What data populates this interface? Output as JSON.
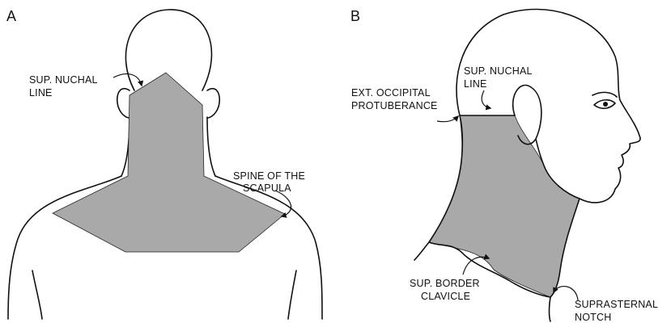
{
  "panels": {
    "a": {
      "letter": "A",
      "labels": {
        "sup_nuchal_line": [
          "SUP. NUCHAL",
          "LINE"
        ],
        "spine_of_scapula": [
          "SPINE OF THE",
          "SCAPULA"
        ]
      }
    },
    "b": {
      "letter": "B",
      "labels": {
        "sup_nuchal_line": [
          "SUP. NUCHAL",
          "LINE"
        ],
        "ext_occipital_protuberance": [
          "EXT. OCCIPITAL",
          "PROTUBERANCE"
        ],
        "sup_border_clavicle": [
          "SUP. BORDER",
          "CLAVICLE"
        ],
        "suprasternal_notch": [
          "SUPRASTERNAL",
          "NOTCH"
        ]
      }
    }
  },
  "colors": {
    "shaded_region": "#a9a9a9",
    "outline": "#111111"
  }
}
